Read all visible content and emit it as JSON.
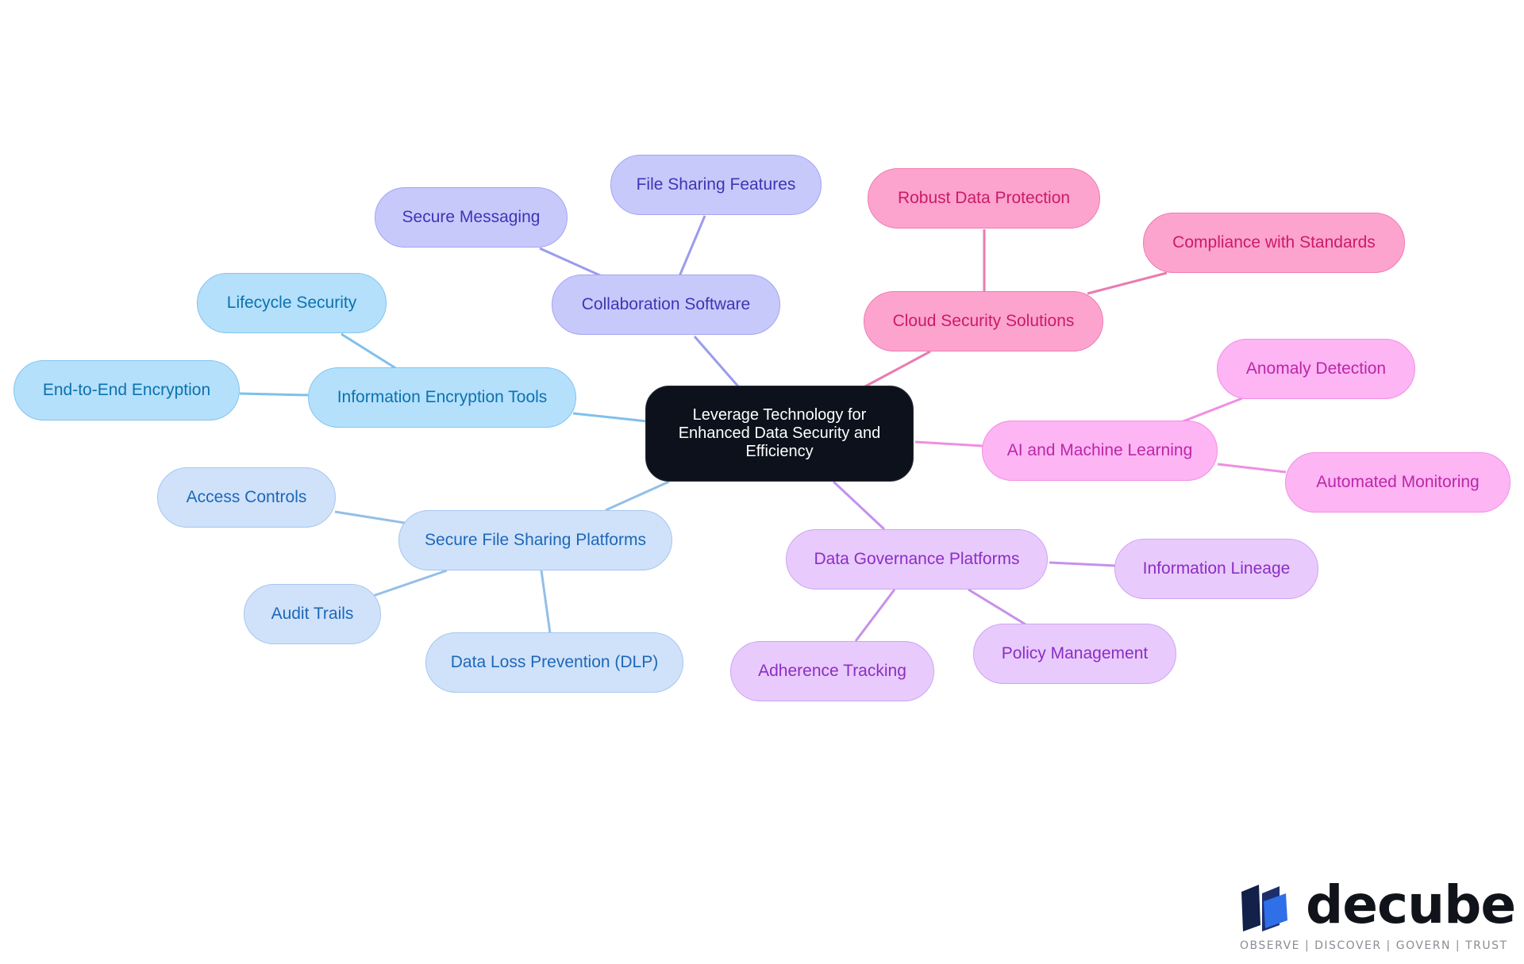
{
  "root": {
    "label": "Leverage Technology for Enhanced Data Security and Efficiency"
  },
  "branches": {
    "information_encryption_tools": {
      "label": "Information Encryption Tools",
      "children": [
        "Lifecycle Security",
        "End-to-End Encryption"
      ],
      "color": "#b4e0fc"
    },
    "collaboration_software": {
      "label": "Collaboration Software",
      "children": [
        "Secure Messaging",
        "File Sharing Features"
      ],
      "color": "#c8c9fb"
    },
    "cloud_security_solutions": {
      "label": "Cloud Security Solutions",
      "children": [
        "Robust Data Protection",
        "Compliance with Standards"
      ],
      "color": "#fca4ce"
    },
    "ai_and_machine_learning": {
      "label": "AI and Machine Learning",
      "children": [
        "Anomaly Detection",
        "Automated Monitoring"
      ],
      "color": "#fdb5f4"
    },
    "data_governance_platforms": {
      "label": "Data Governance Platforms",
      "children": [
        "Information Lineage",
        "Policy Management",
        "Adherence Tracking"
      ],
      "color": "#e8cbfc"
    },
    "secure_file_sharing_platforms": {
      "label": "Secure File Sharing Platforms",
      "children": [
        "Access Controls",
        "Audit Trails",
        "Data Loss Prevention (DLP)"
      ],
      "color": "#cfe2fa"
    }
  },
  "logo": {
    "wordmark": "decube",
    "tagline": "OBSERVE | DISCOVER | GOVERN | TRUST",
    "icon": "decube-cube-icon"
  }
}
